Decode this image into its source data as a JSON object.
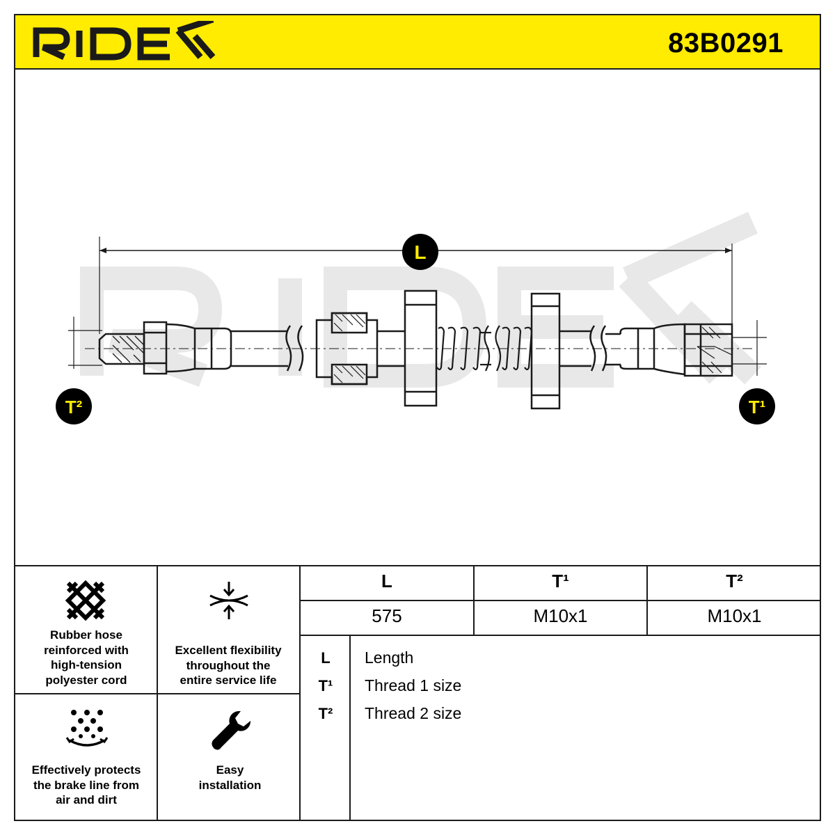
{
  "header": {
    "brand": "RIDEX",
    "part_number": "83B0291"
  },
  "drawing": {
    "watermark": "RIDEX",
    "labels": {
      "length": "L",
      "thread1": "T¹",
      "thread2": "T²"
    }
  },
  "features": [
    {
      "icon": "cross-weave-icon",
      "text": "Rubber hose\nreinforced with\nhigh-tension\npolyester cord"
    },
    {
      "icon": "compression-arrows-icon",
      "text": "Excellent flexibility\nthroughout the\nentire service life"
    },
    {
      "icon": "particles-shield-icon",
      "text": "Effectively protects\nthe brake line from\nair and dirt"
    },
    {
      "icon": "wrench-icon",
      "text": "Easy\ninstallation"
    }
  ],
  "spec_table": {
    "headers": [
      "L",
      "T¹",
      "T²"
    ],
    "values": [
      "575",
      "M10x1",
      "M10x1"
    ]
  },
  "legend": [
    {
      "symbol": "L",
      "description": "Length"
    },
    {
      "symbol": "T¹",
      "description": "Thread 1 size"
    },
    {
      "symbol": "T²",
      "description": "Thread 2 size"
    }
  ],
  "colors": {
    "brand_yellow": "#ffec00",
    "ink": "#1a1a1a",
    "watermark": "#e6e6e6"
  }
}
